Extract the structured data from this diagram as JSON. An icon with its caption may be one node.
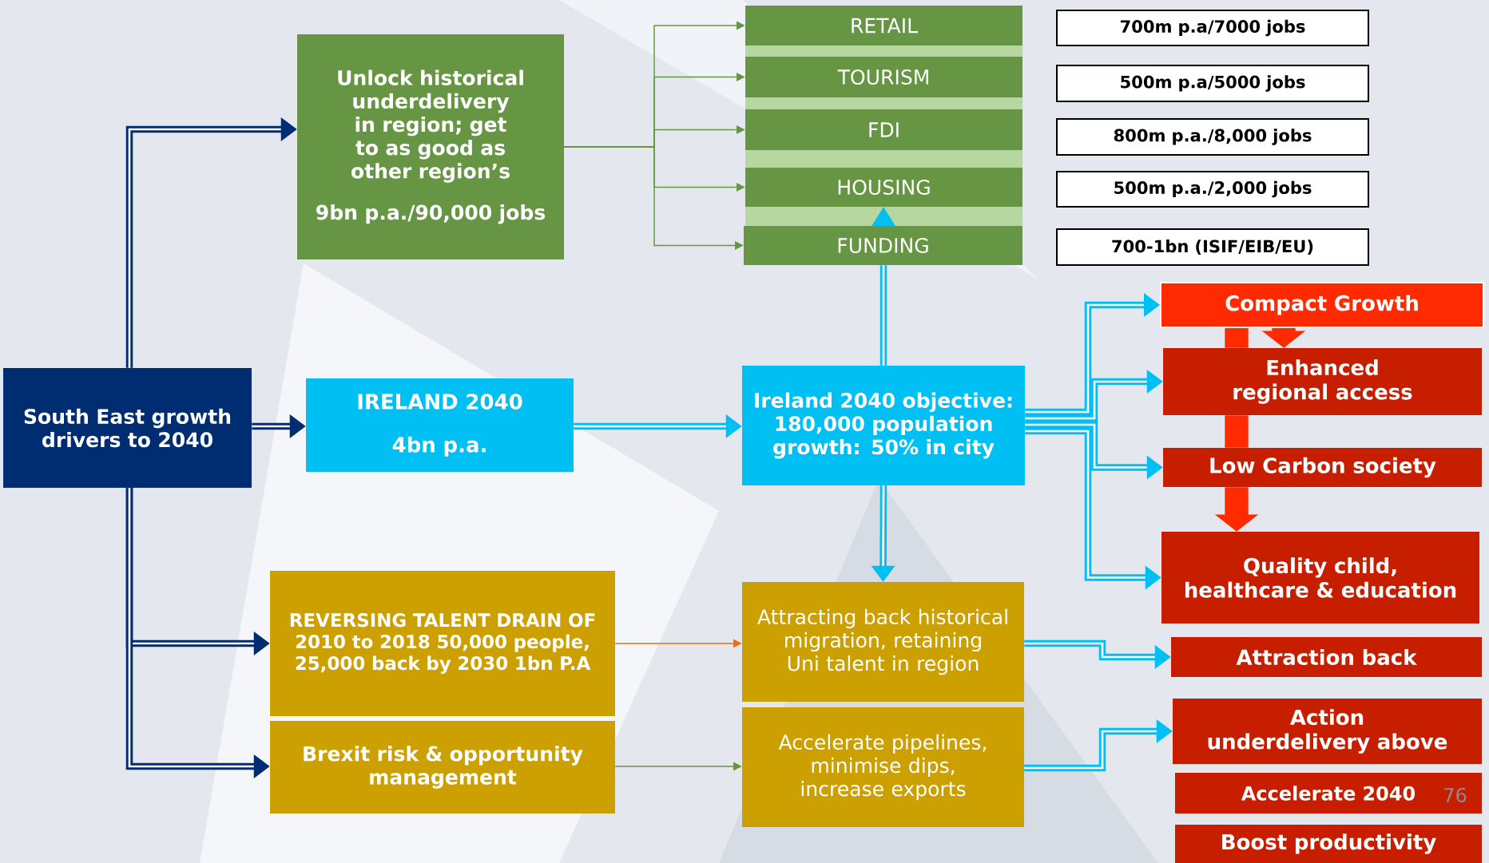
{
  "diagram": {
    "nodes": [
      {
        "text": [
          "South East growth drivers to 2040"
        ]
      },
      {
        "text": [
          "Unlock historical underdelivery in region; get to as good as other region’s",
          "9bn p.a./90,000 jobs"
        ]
      },
      {
        "text": [
          "RETAIL"
        ]
      },
      {
        "text": [
          "TOURISM"
        ]
      },
      {
        "text": [
          "FDI"
        ]
      },
      {
        "text": [
          "HOUSING"
        ]
      },
      {
        "text": [
          "FUNDING"
        ]
      },
      {
        "text": [
          "700m p.a/7000 jobs"
        ]
      },
      {
        "text": [
          "500m p.a/5000 jobs"
        ]
      },
      {
        "text": [
          "800m p.a./8,000 jobs"
        ]
      },
      {
        "text": [
          "500m p.a./2,000 jobs"
        ]
      },
      {
        "text": [
          "700-1bn (ISIF/EIB/EU)"
        ]
      },
      {
        "text": [
          "IRELAND 2040",
          "4bn p.a."
        ]
      },
      {
        "text": [
          "Ireland 2040 objective: 180,000 population growth: 50% in city"
        ]
      },
      {
        "text": [
          "REVERSING TALENT DRAIN OF 2010 to 2018 50,000 people, 25,000 back by 2030 1bn P.A"
        ]
      },
      {
        "text": [
          "Brexit risk & opportunity management"
        ]
      },
      {
        "text": [
          "Attracting back historical migration, retaining Uni talent in region"
        ]
      },
      {
        "text": [
          "Accelerate pipelines, minimise dips, increase exports"
        ]
      },
      {
        "text": [
          "Compact Growth"
        ]
      },
      {
        "text": [
          "Enhanced regional access"
        ]
      },
      {
        "text": [
          "Low Carbon society"
        ]
      },
      {
        "text": [
          "Quality child, healthcare & education"
        ]
      },
      {
        "text": [
          "Attraction back"
        ]
      },
      {
        "text": [
          "Action underdelivery above"
        ]
      },
      {
        "text": [
          "Accelerate 2040"
        ]
      },
      {
        "text": [
          "Boost productivity"
        ]
      }
    ],
    "edges": [
      {
        "from": 0,
        "to": 1,
        "arrow": "to",
        "color": "#002d72"
      },
      {
        "from": 0,
        "to": 12,
        "arrow": "to",
        "color": "#002d72"
      },
      {
        "from": 0,
        "to": 14,
        "arrow": "to",
        "color": "#002d72"
      },
      {
        "from": 0,
        "to": 15,
        "arrow": "to",
        "color": "#002d72"
      },
      {
        "from": 1,
        "to": 2,
        "arrow": "to",
        "color": "#669544"
      },
      {
        "from": 1,
        "to": 3,
        "arrow": "to",
        "color": "#669544"
      },
      {
        "from": 1,
        "to": 4,
        "arrow": "to",
        "color": "#669544"
      },
      {
        "from": 1,
        "to": 5,
        "arrow": "to",
        "color": "#669544"
      },
      {
        "from": 1,
        "to": 6,
        "arrow": "to",
        "color": "#669544"
      },
      {
        "from": 13,
        "to": 6,
        "arrow": "none"
      },
      {
        "from": 6,
        "to": 5,
        "arrow": "to"
      },
      {
        "from": 12,
        "to": 13,
        "arrow": "to"
      },
      {
        "from": 13,
        "to": 16,
        "arrow": "to"
      },
      {
        "from": 13,
        "to": 18,
        "arrow": "to"
      },
      {
        "from": 13,
        "to": 19,
        "arrow": "to"
      },
      {
        "from": 13,
        "to": 20,
        "arrow": "to"
      },
      {
        "from": 13,
        "to": 21,
        "arrow": "to"
      },
      {
        "from": 14,
        "to": 16,
        "arrow": "to",
        "color": "#e0701e"
      },
      {
        "from": 15,
        "to": 17,
        "arrow": "to",
        "color": "#669544"
      },
      {
        "from": 16,
        "to": 22,
        "arrow": "to"
      },
      {
        "from": 17,
        "to": 23,
        "arrow": "to"
      },
      {
        "from": 18,
        "to": 19,
        "arrow": "to",
        "style": "thick",
        "color": "#ff2a00"
      },
      {
        "from": 18,
        "to": 19,
        "arrow": "none",
        "style": "thick",
        "color": "#ff2a00"
      },
      {
        "from": 19,
        "to": 20,
        "arrow": "none",
        "style": "thick",
        "color": "#ff2a00"
      },
      {
        "from": 20,
        "to": 21,
        "arrow": "to",
        "style": "thick",
        "color": "#ff2a00"
      }
    ],
    "labels": [
      "76"
    ]
  }
}
